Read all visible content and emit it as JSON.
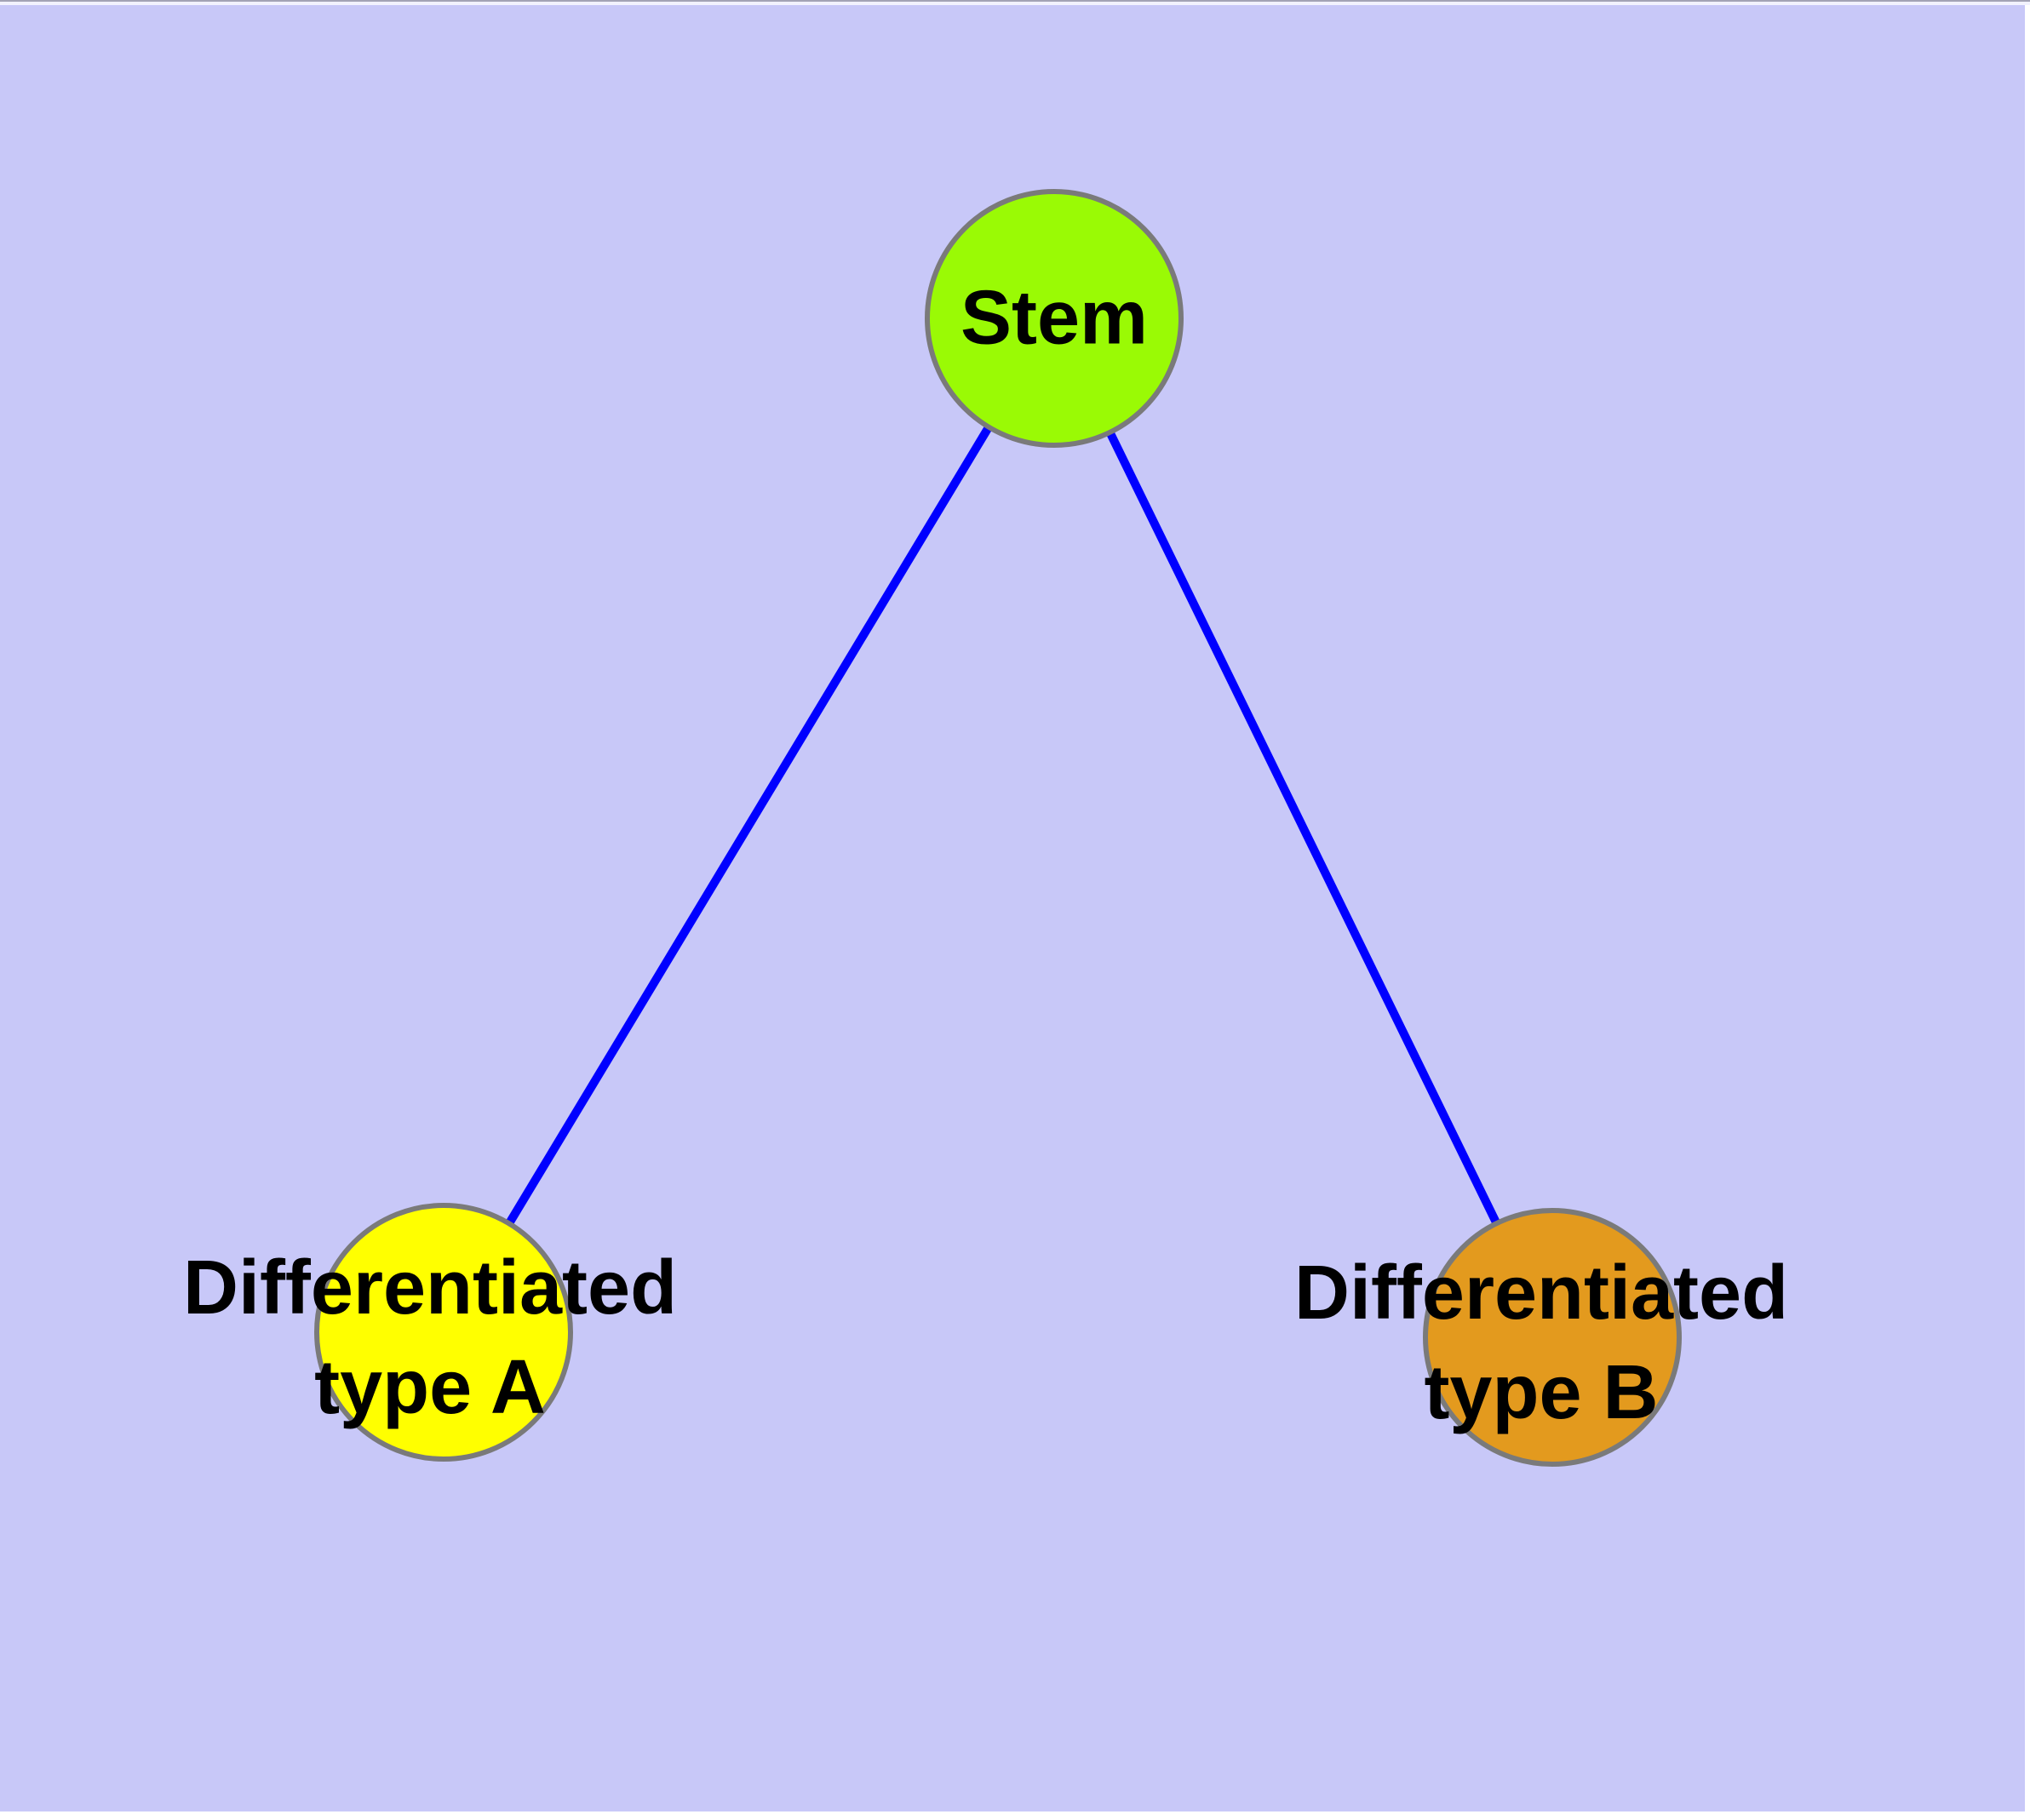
{
  "diagram": {
    "background_color": "#C8C8F8",
    "page_margin_color": "#FFFFFF",
    "edge_color": "#0000FF",
    "node_border_color": "#7A7A7A",
    "label_color": "#000000",
    "nodes": [
      {
        "id": "stem",
        "label": "Stem",
        "fill": "#9AFA05"
      },
      {
        "id": "differentiated-type-a",
        "label": "Differentiated\ntype A",
        "fill": "#FFFF00"
      },
      {
        "id": "differentiated-type-b",
        "label": "Differentiated\ntype B",
        "fill": "#E39A1E"
      }
    ],
    "edges": [
      {
        "from": "stem",
        "to": "differentiated-type-a"
      },
      {
        "from": "stem",
        "to": "differentiated-type-b"
      }
    ]
  }
}
